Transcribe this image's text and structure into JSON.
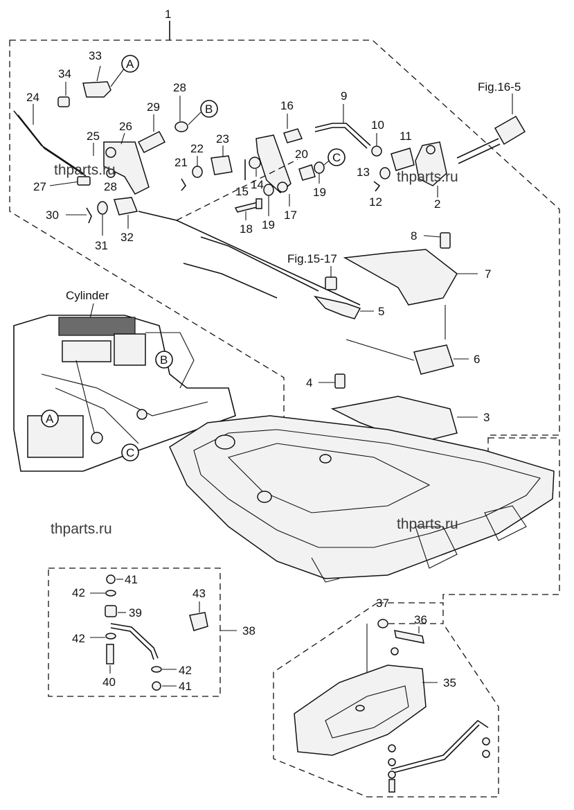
{
  "assembly_number": "1",
  "cylinder_label": "Cylinder",
  "figure_refs": {
    "fig_16_5": "Fig.16-5",
    "fig_15_17": "Fig.15-17"
  },
  "connectors": {
    "a": "A",
    "b": "B",
    "c": "C"
  },
  "watermark": "thparts.ru",
  "callouts": [
    "2",
    "3",
    "4",
    "5",
    "6",
    "7",
    "8",
    "9",
    "10",
    "11",
    "12",
    "13",
    "14",
    "15",
    "16",
    "17",
    "18",
    "19",
    "19",
    "20",
    "21",
    "22",
    "23",
    "24",
    "25",
    "26",
    "27",
    "28",
    "28",
    "29",
    "30",
    "31",
    "32",
    "33",
    "34",
    "35",
    "36",
    "37",
    "38",
    "39",
    "40",
    "41",
    "41",
    "42",
    "42",
    "42",
    "43"
  ],
  "palette": {
    "ink": "#111111",
    "fill": "#f2f2f2",
    "shade": "#6b6b6b",
    "watermark": "#3a3a3a"
  }
}
